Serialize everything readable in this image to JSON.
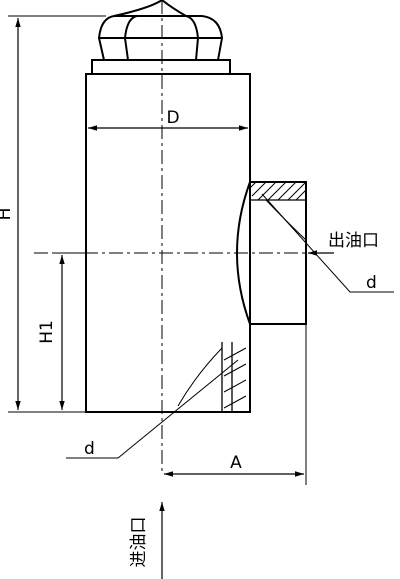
{
  "labels": {
    "height": "H",
    "diameter": "D",
    "outlet": "出油口",
    "bore_outlet": "d",
    "lower_height": "H1",
    "bore_inlet": "d",
    "port_offset": "A",
    "inlet": "进油口"
  },
  "colors": {
    "line": "#000000",
    "background": "#ffffff"
  }
}
